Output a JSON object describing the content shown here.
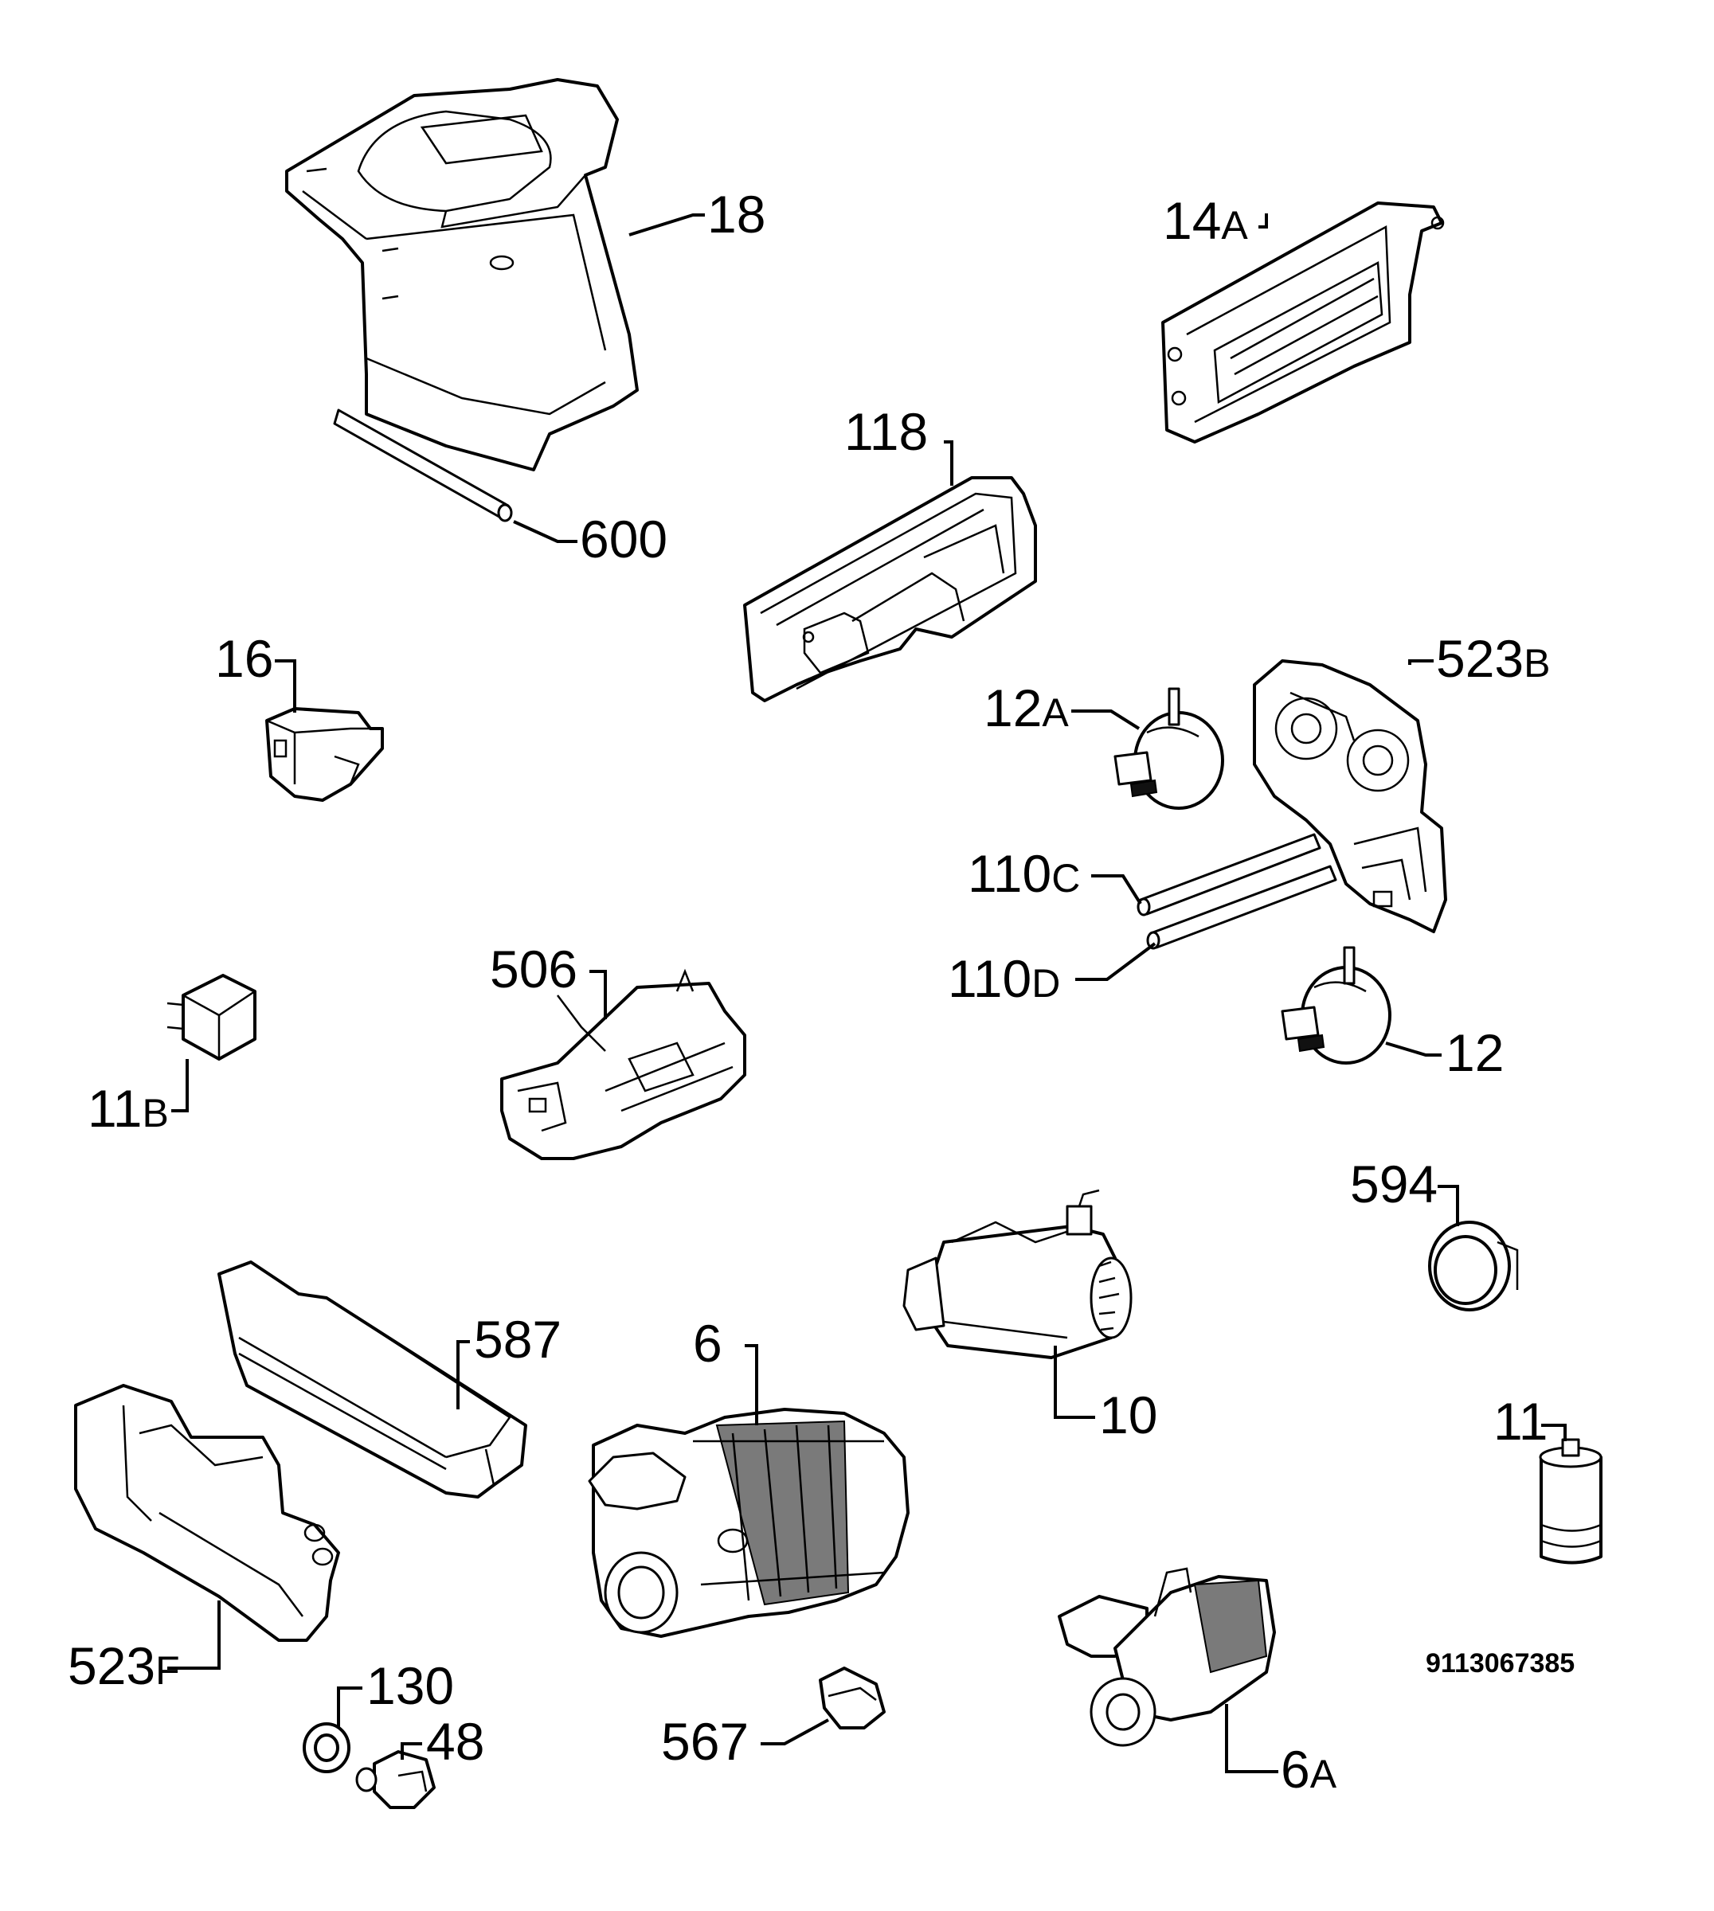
{
  "labels": {
    "l18": {
      "num": "18",
      "suffix": ""
    },
    "l14a": {
      "num": "14",
      "suffix": "A"
    },
    "l600": {
      "num": "600",
      "suffix": ""
    },
    "l118": {
      "num": "118",
      "suffix": ""
    },
    "l16": {
      "num": "16",
      "suffix": ""
    },
    "l523b": {
      "num": "523",
      "suffix": "B"
    },
    "l12a": {
      "num": "12",
      "suffix": "A"
    },
    "l110c": {
      "num": "110",
      "suffix": "C"
    },
    "l110d": {
      "num": "110",
      "suffix": "D"
    },
    "l506": {
      "num": "506",
      "suffix": ""
    },
    "l12": {
      "num": "12",
      "suffix": ""
    },
    "l11b": {
      "num": "11",
      "suffix": "B"
    },
    "l594": {
      "num": "594",
      "suffix": ""
    },
    "l587": {
      "num": "587",
      "suffix": ""
    },
    "l6": {
      "num": "6",
      "suffix": ""
    },
    "l10": {
      "num": "10",
      "suffix": ""
    },
    "l11": {
      "num": "11",
      "suffix": ""
    },
    "l523f": {
      "num": "523",
      "suffix": "F"
    },
    "l130": {
      "num": "130",
      "suffix": ""
    },
    "l48": {
      "num": "48",
      "suffix": ""
    },
    "l567": {
      "num": "567",
      "suffix": ""
    },
    "l6a": {
      "num": "6",
      "suffix": "A"
    }
  },
  "drawing_code": "9113067385"
}
